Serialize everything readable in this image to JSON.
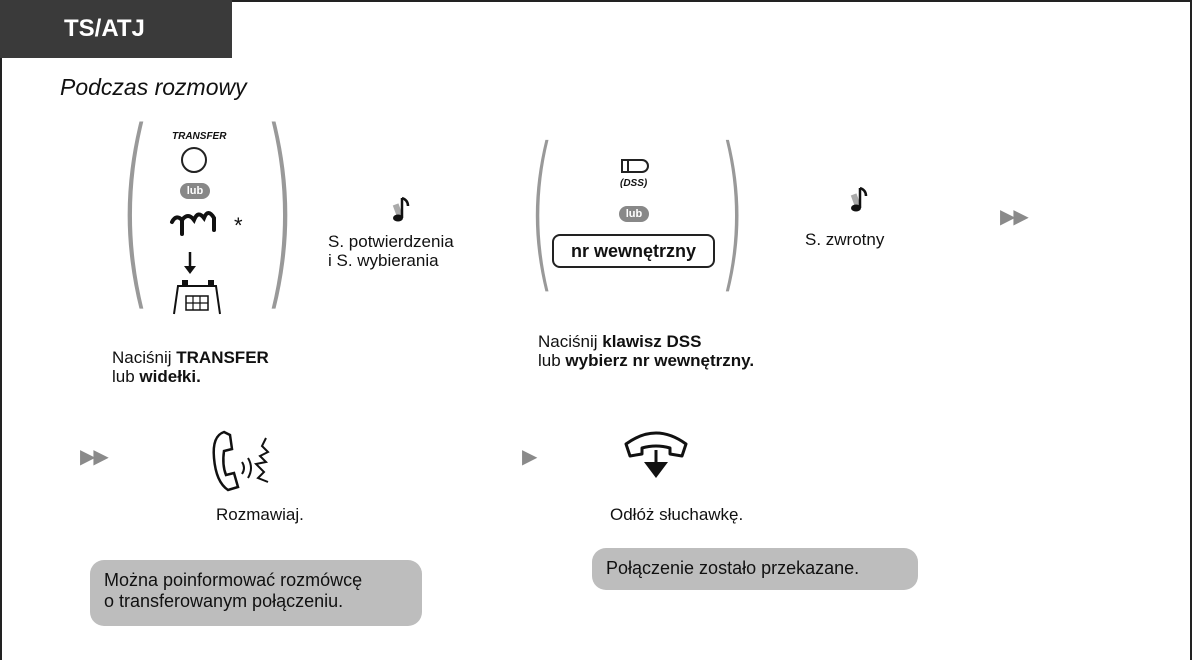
{
  "header": {
    "tag": "TS/ATJ",
    "subtitle": "Podczas rozmowy"
  },
  "step1": {
    "transfer_key_label": "TRANSFER",
    "or_label": "lub",
    "asterisk": "*",
    "caption_line1_a": "Naciśnij ",
    "caption_line1_b": "TRANSFER",
    "caption_line2_a": "lub ",
    "caption_line2_b": "widełki."
  },
  "step2": {
    "line1": "S. potwierdzenia",
    "line2": "i S. wybierania"
  },
  "step3": {
    "dss_label": "(DSS)",
    "or_label": "lub",
    "ext_button": "nr wewnętrzny",
    "caption_line1_a": "Naciśnij ",
    "caption_line1_b": "klawisz DSS",
    "caption_line2_a": "lub ",
    "caption_line2_b": "wybierz nr wewnętrzny."
  },
  "step4": {
    "label": "S. zwrotny"
  },
  "step5": {
    "label": "Rozmawiaj.",
    "note_line1": "Można poinformować rozmówcę",
    "note_line2": "o transferowanym połączeniu."
  },
  "step6": {
    "label": "Odłóż słuchawkę.",
    "note": "Połączenie zostało przekazane."
  },
  "continue_arrows": "▶▶",
  "single_arrow": "▶",
  "colors": {
    "tag_bg": "#3a3a3a",
    "note_bg": "#bdbdbd",
    "arrow": "#8a8a8a"
  }
}
